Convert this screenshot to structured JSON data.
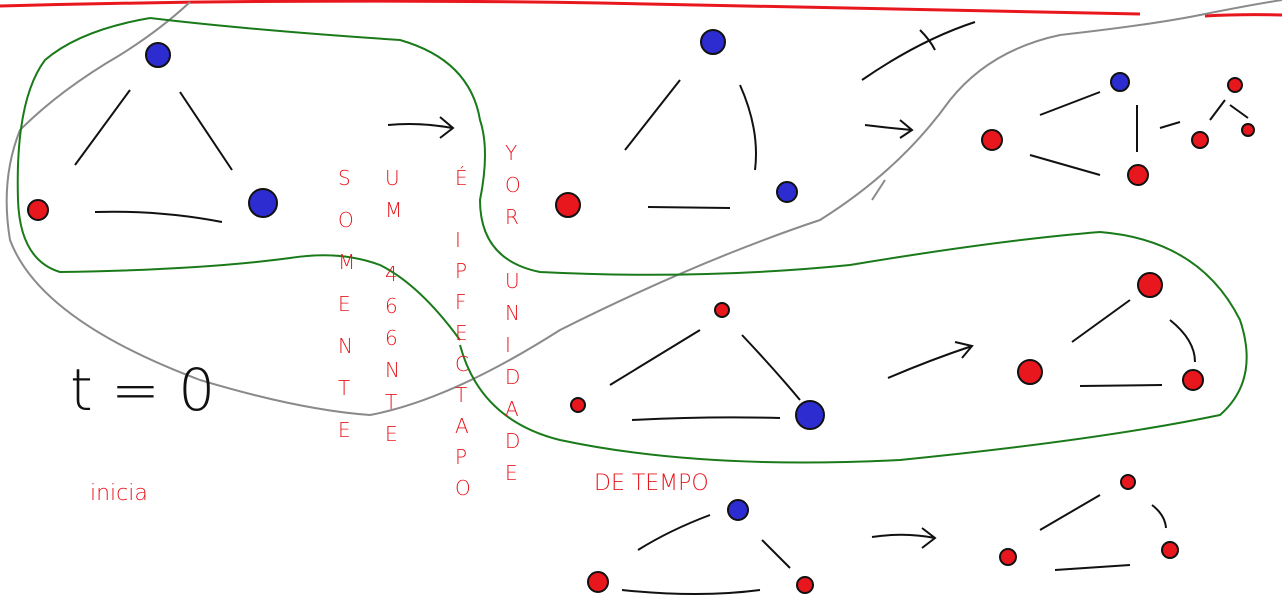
{
  "colors": {
    "red_ink": "#e8171d",
    "blue_ink": "#2c2cd0",
    "black_ink": "#111111",
    "green_ink": "#1a7a1a",
    "gray_ink": "#8a8a8a",
    "background": "#ffffff"
  },
  "labels": {
    "time_label": "t = 0",
    "inicia": "inicia",
    "de_tempo": "DE TEMPO"
  },
  "vertical_text": {
    "col1": [
      "S",
      "O",
      "M",
      "E",
      "N",
      "T",
      "E"
    ],
    "col2": [
      "U",
      "M",
      "",
      "4",
      "6",
      "6",
      "N",
      "T",
      "E"
    ],
    "col3": [
      "É",
      "",
      "I",
      "P",
      "F",
      "E",
      "C",
      "T",
      "A",
      "P",
      "O"
    ],
    "col4": [
      "Y",
      "O",
      "R",
      "",
      "U",
      "N",
      "I",
      "D",
      "A",
      "D",
      "E"
    ]
  }
}
